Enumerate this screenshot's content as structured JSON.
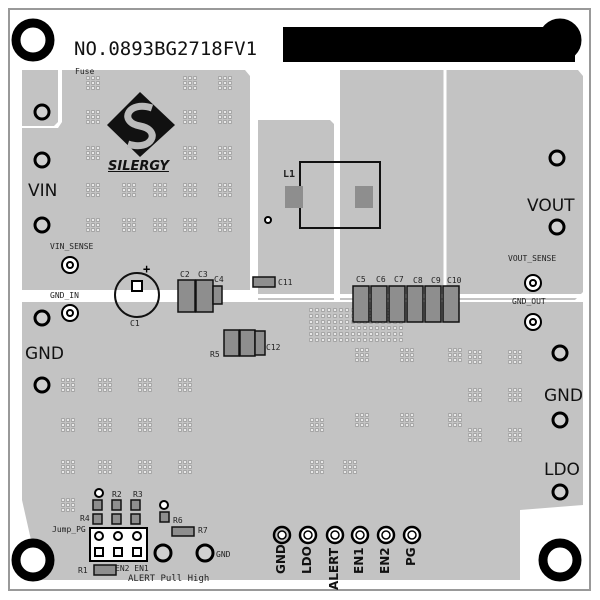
{
  "board": {
    "part_number": "NO.0893BG2718FV1",
    "logo_text": "SILERGY",
    "colors": {
      "copper": "#c3c3c3",
      "pad": "#8e8e8e",
      "ink": "#111111"
    }
  },
  "left_labels": {
    "vin": "VIN",
    "vin_sense": "VIN_SENSE",
    "gnd_in": "GND_IN",
    "gnd": "GND",
    "fuse": "Fuse"
  },
  "right_labels": {
    "vout": "VOUT",
    "vout_sense": "VOUT_SENSE",
    "gnd_out": "GND_OUT",
    "gnd": "GND",
    "ldo": "LDO"
  },
  "components": {
    "l1": "L1",
    "c1": "C1",
    "c2": "C2",
    "c3": "C3",
    "c4": "C4",
    "c11": "C11",
    "c12": "C12",
    "r5": "R5",
    "c5": "C5",
    "c6": "C6",
    "c7": "C7",
    "c8": "C8",
    "c9": "C9",
    "c10": "C10",
    "r1": "R1",
    "r2": "R2",
    "r3": "R3",
    "r4": "R4",
    "r6": "R6",
    "r7": "R7",
    "jump_pg": "Jump_PG",
    "en2en1": "EN2 EN1",
    "alert_pull_high": "ALERT Pull High",
    "gnd_small": "GND"
  },
  "bottom_pins": [
    "GND",
    "LDO",
    "ALERT",
    "EN1",
    "EN2",
    "PG"
  ]
}
